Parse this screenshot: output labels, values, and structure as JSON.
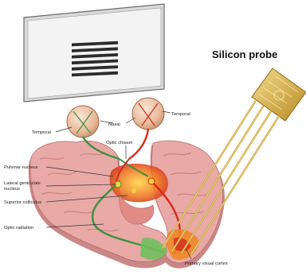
{
  "title": "Silicon probe",
  "labels": {
    "temporal_left": "Temporal",
    "nasal": "Nasal",
    "temporal_right": "Temporal",
    "optic_chiasm": "Optic chiasm",
    "pulvinar": "Pulvinar nucleus",
    "lgn_line1": "Lateral geniculate",
    "lgn_line2": "nucleus",
    "superior_colliculus": "Superior colliculus",
    "optic_radiation": "Optic radiation",
    "primary_visual_cortex": "Primary visual cortex"
  },
  "stimulus": {
    "stripes": 6
  },
  "colors": {
    "monitor_frame": "#d9d9d9",
    "monitor_screen": "#f4f4f4",
    "stripe": "#2b2b2b",
    "brain": "#e9a9a7",
    "brain_shadow": "#c98785",
    "visual_pathway_green": "#3f8f3f",
    "visual_pathway_red": "#d42a1e",
    "cortex_highlight": "#f0861e",
    "probe_gold": "#d8b14a"
  }
}
